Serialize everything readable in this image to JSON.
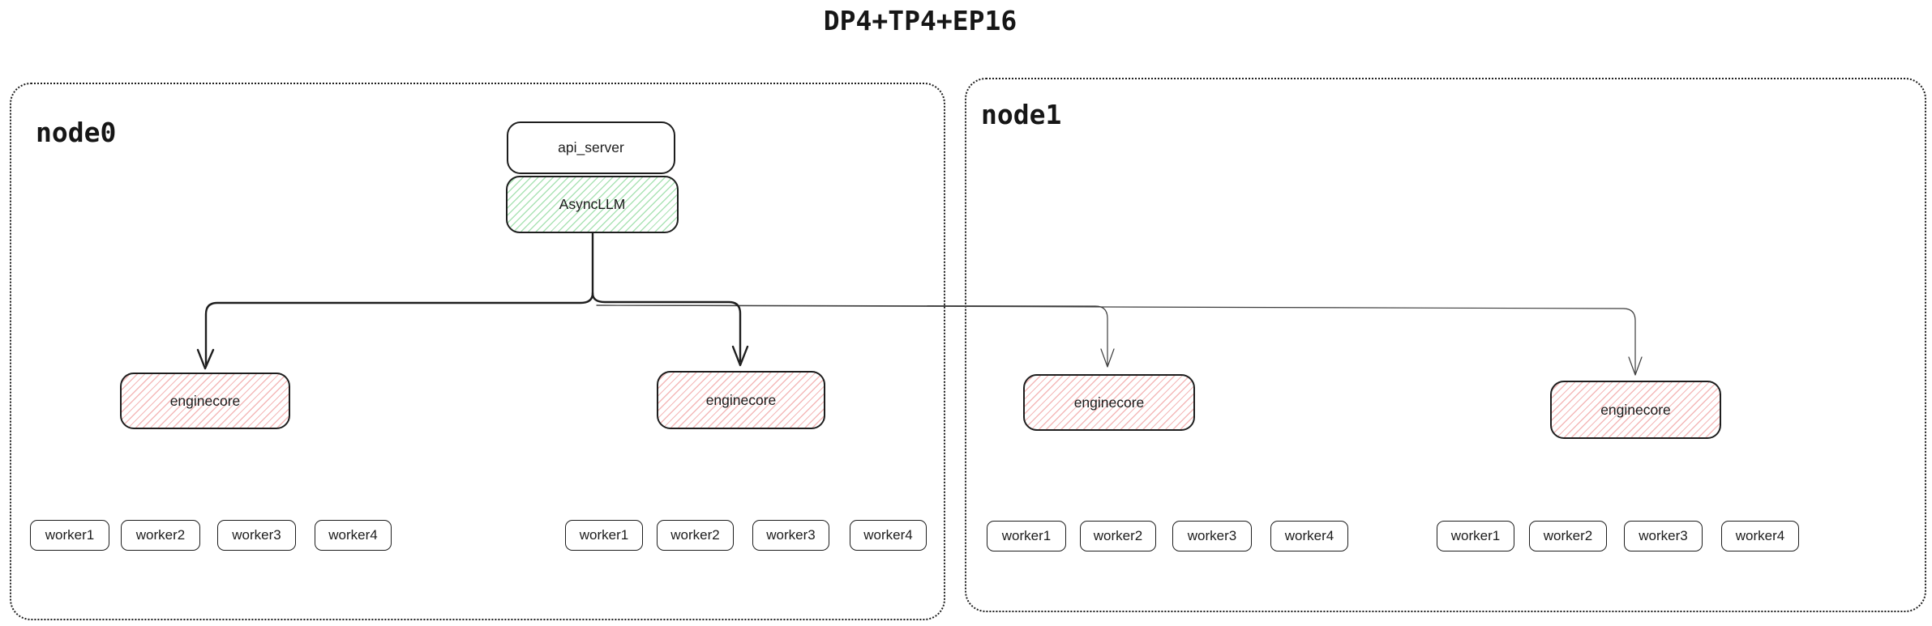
{
  "title": "DP4+TP4+EP16",
  "colors": {
    "ink": "#1e1e1e",
    "green_hatch": "#abe3b5",
    "red_hatch": "#f4b8b8"
  },
  "node0": {
    "label": "node0",
    "api_server_label": "api_server",
    "asyncllm_label": "AsyncLLM",
    "enginecore_labels": [
      "enginecore",
      "enginecore"
    ],
    "worker_groups": [
      [
        "worker1",
        "worker2",
        "worker3",
        "worker4"
      ],
      [
        "worker1",
        "worker2",
        "worker3",
        "worker4"
      ]
    ]
  },
  "node1": {
    "label": "node1",
    "enginecore_labels": [
      "enginecore",
      "enginecore"
    ],
    "worker_groups": [
      [
        "worker1",
        "worker2",
        "worker3",
        "worker4"
      ],
      [
        "worker1",
        "worker2",
        "worker3",
        "worker4"
      ]
    ]
  }
}
